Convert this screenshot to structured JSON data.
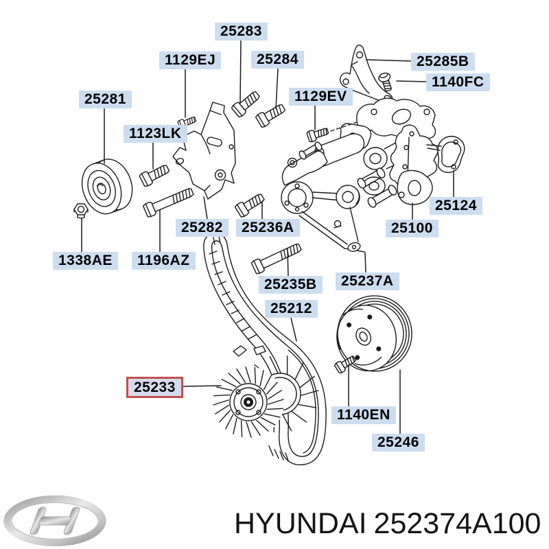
{
  "diagram": {
    "type": "exploded-parts-diagram",
    "description": "Hyundai engine cooling / water pump exploded view",
    "highlighted_part": "25233",
    "colors": {
      "background": "#ffffff",
      "label_bg": "#cdddf0",
      "highlight_border": "#c0504d",
      "line": "#1a1a1a"
    },
    "parts": [
      {
        "label": "25281"
      },
      {
        "label": "1129EJ"
      },
      {
        "label": "25283"
      },
      {
        "label": "25284"
      },
      {
        "label": "1129EV"
      },
      {
        "label": "25285B"
      },
      {
        "label": "1140FC"
      },
      {
        "label": "1123LK"
      },
      {
        "label": "25282"
      },
      {
        "label": "25236A"
      },
      {
        "label": "25100"
      },
      {
        "label": "25124"
      },
      {
        "label": "1338AE"
      },
      {
        "label": "1196AZ"
      },
      {
        "label": "25235B"
      },
      {
        "label": "25237A"
      },
      {
        "label": "25212"
      },
      {
        "label": "25233",
        "highlighted": true
      },
      {
        "label": "1140EN"
      },
      {
        "label": "25246"
      }
    ]
  },
  "footer": {
    "brand": "HYUNDAI",
    "part_number": "252374A100",
    "logo": "hyundai-logo"
  }
}
